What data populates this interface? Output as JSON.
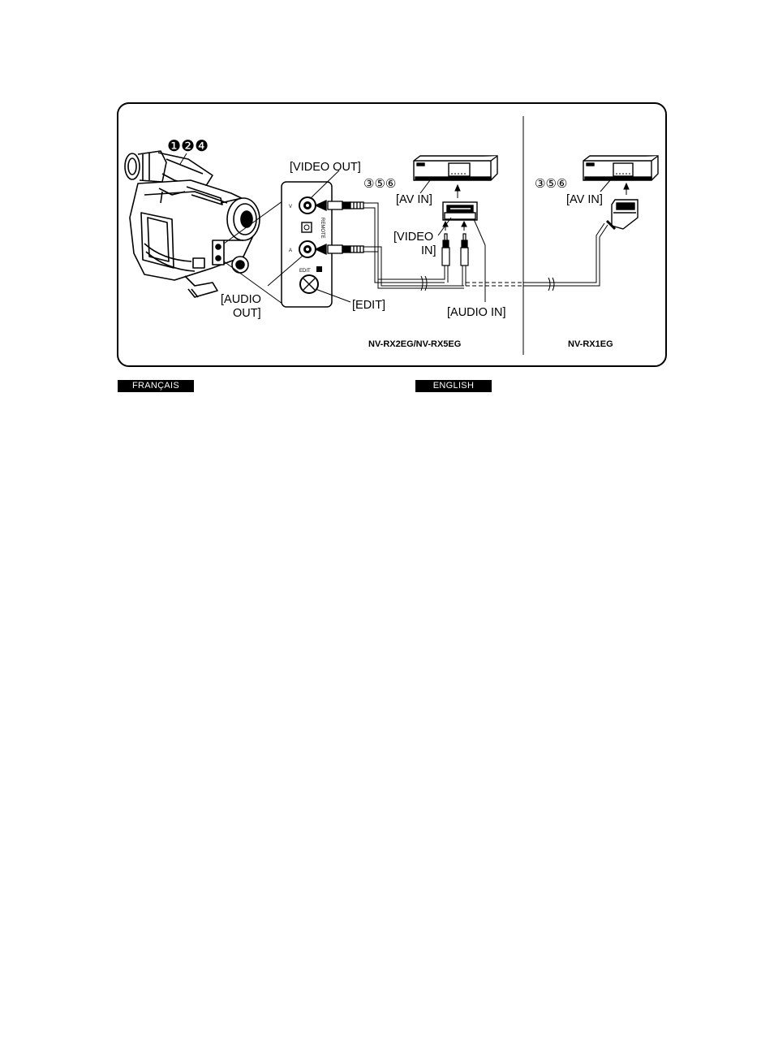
{
  "labels": {
    "video_out": "[VIDEO OUT]",
    "av_in_left": "[AV IN]",
    "video_in_line1": "[VIDEO",
    "video_in_line2": "IN]",
    "audio_out_line1": "[AUDIO",
    "audio_out_line2": "OUT]",
    "edit": "[EDIT]",
    "audio_in": "[AUDIO IN]",
    "av_in_right": "[AV IN]",
    "jack_v": "V",
    "jack_a": "A",
    "jack_edit": "EDIT",
    "remote_jack": "REMOTE"
  },
  "steps": {
    "camera": "❶❷❹",
    "vcr_left": "③⑤⑥",
    "vcr_right": "③⑤⑥"
  },
  "models": {
    "left": "NV-RX2EG/NV-RX5EG",
    "right": "NV-RX1EG"
  },
  "languages": {
    "french": "FRANÇAIS",
    "english": "ENGLISH"
  }
}
